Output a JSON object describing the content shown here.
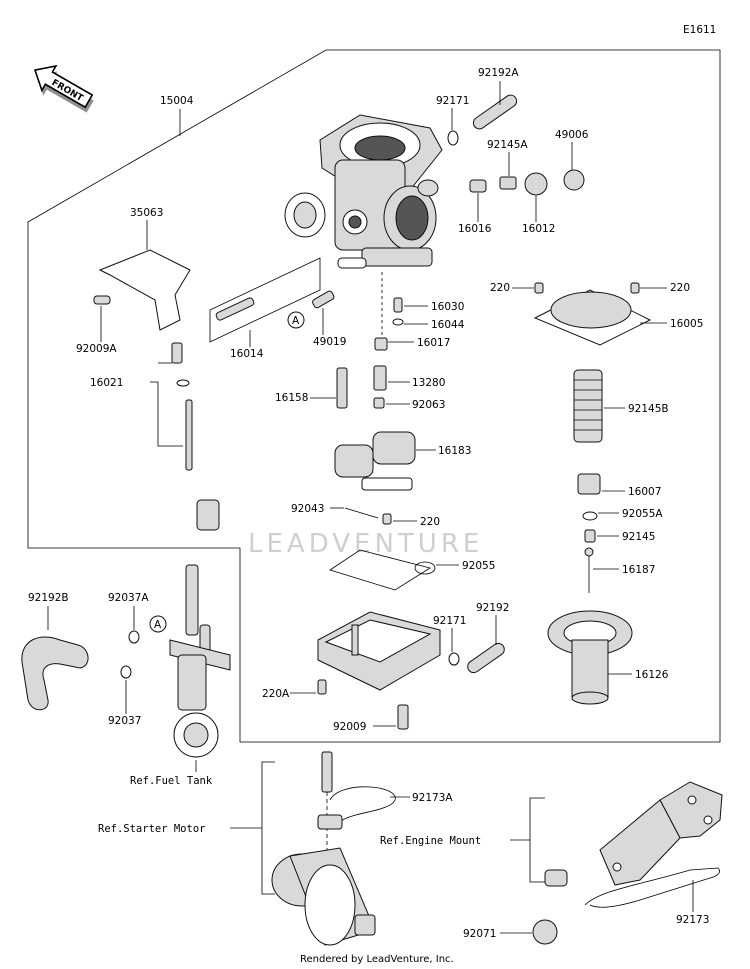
{
  "diagram_code": "E1611",
  "front_label": "FRONT",
  "watermark": "LEADVENTURE",
  "footer": "Rendered by LeadVenture, Inc.",
  "circle_ref": "A",
  "parts": {
    "p15004": "15004",
    "p92192A": "92192A",
    "p92171a": "92171",
    "p92145A": "92145A",
    "p49006": "49006",
    "p16016": "16016",
    "p16012": "16012",
    "p35063": "35063",
    "p92009A": "92009A",
    "p16021": "16021",
    "p16014": "16014",
    "p49019": "49019",
    "p16030": "16030",
    "p16044": "16044",
    "p16017": "16017",
    "p13280": "13280",
    "p16158": "16158",
    "p92063": "92063",
    "p16183": "16183",
    "p92043": "92043",
    "p220a": "220",
    "p220b": "220",
    "p220c": "220",
    "p16005": "16005",
    "p92145B": "92145B",
    "p16007": "16007",
    "p92055A": "92055A",
    "p92145": "92145",
    "p16187": "16187",
    "p92055": "92055",
    "p92171b": "92171",
    "p92192": "92192",
    "p16126": "16126",
    "p220A": "220A",
    "p92009": "92009",
    "p92192B": "92192B",
    "p92037A": "92037A",
    "p92037": "92037",
    "p92173A": "92173A",
    "p92173": "92173",
    "p92071": "92071"
  },
  "refs": {
    "fuel_tank": "Ref.Fuel Tank",
    "starter_motor": "Ref.Starter Motor",
    "engine_mount": "Ref.Engine Mount"
  }
}
